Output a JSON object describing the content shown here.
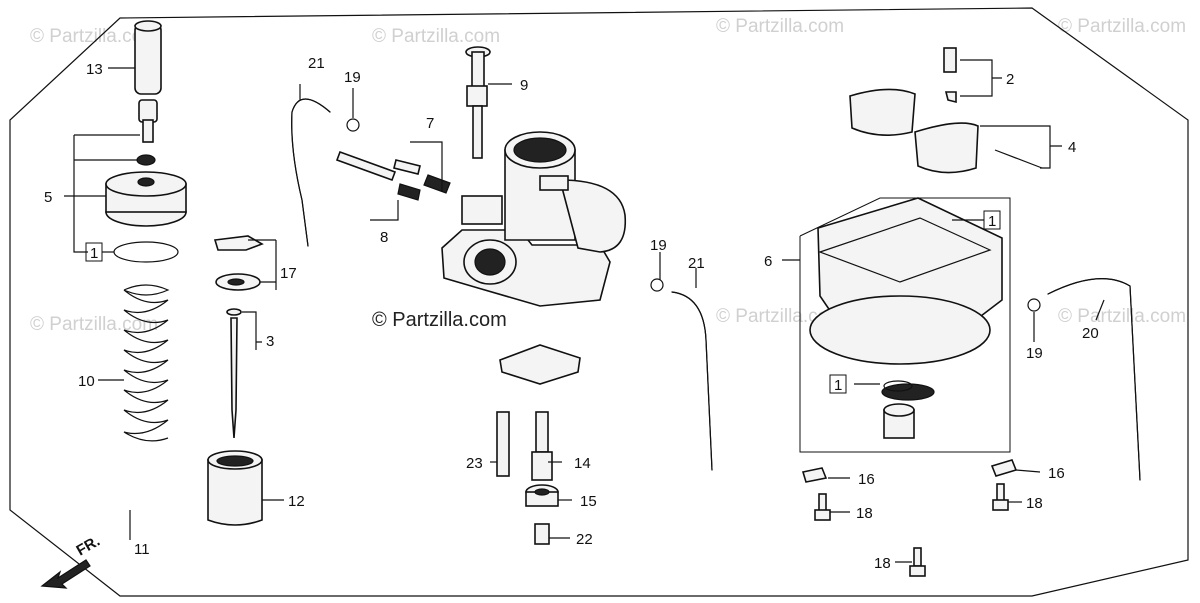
{
  "diagram": {
    "watermarks": [
      "© Partzilla.com",
      "© Partzilla.com",
      "© Partzilla.com",
      "© Partzilla.com",
      "© Partzilla.com",
      "© Partzilla.com",
      "© Partzilla.com"
    ],
    "center_watermark": "© Partzilla.com",
    "front_marker": "FR.",
    "callouts": {
      "c13": "13",
      "c5": "5",
      "c1a": "1",
      "c10": "10",
      "c11": "11",
      "c17": "17",
      "c3": "3",
      "c12": "12",
      "c21a": "21",
      "c19a": "19",
      "c7": "7",
      "c8": "8",
      "c9": "9",
      "c19b": "19",
      "c21b": "21",
      "c23": "23",
      "c14": "14",
      "c15": "15",
      "c22": "22",
      "c2": "2",
      "c4": "4",
      "c1b": "1",
      "c6": "6",
      "c1c": "1",
      "c19c": "19",
      "c20": "20",
      "c16a": "16",
      "c18a": "18",
      "c16b": "16",
      "c18b": "18",
      "c18c": "18"
    }
  }
}
